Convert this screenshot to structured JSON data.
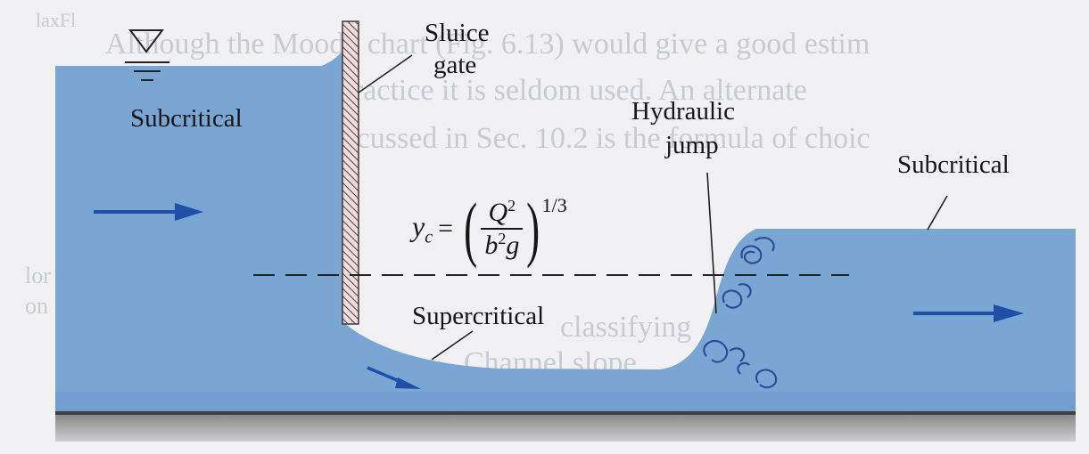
{
  "labels": {
    "sluice_gate_line1": "Sluice",
    "sluice_gate_line2": "gate",
    "subcritical_left": "Subcritical",
    "hydraulic_jump_line1": "Hydraulic",
    "hydraulic_jump_line2": "jump",
    "subcritical_right": "Subcritical",
    "supercritical": "Supercritical"
  },
  "formula": {
    "lhs_var": "y",
    "lhs_sub": "c",
    "equals": "=",
    "open_paren": "(",
    "num_var": "Q",
    "num_exp": "2",
    "den_var1": "b",
    "den_exp": "2",
    "den_var2": "g",
    "close_paren": ")",
    "exponent": "1/3"
  },
  "background_text": {
    "line1": "Although the Moody chart (Fig. 6.13) would give a good estim",
    "line2": "in engineering practice it is seldom used. An alternate",
    "line3": "discussed in Sec. 10.2 is the formula of choic",
    "side_top": "laxFl",
    "side_left1": "lor",
    "side_left2": "on",
    "mid_text": "classifying",
    "bottom_text": "Channel slope"
  },
  "colors": {
    "water": "#7aa6d4",
    "water_dark": "#5b89bd",
    "arrow": "#1f4fa8",
    "bed": "#8c8c8c",
    "gate_fill": "#e6e1e1",
    "gate_hatch": "#8a2a2a",
    "background": "#f1f1f3"
  }
}
